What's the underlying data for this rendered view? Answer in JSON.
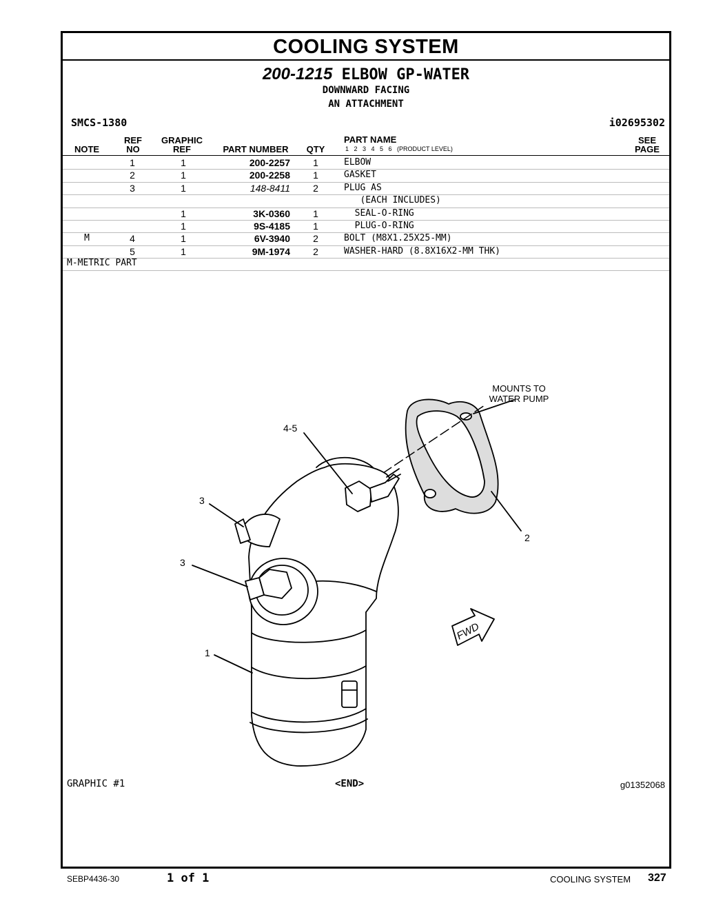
{
  "title": "COOLING SYSTEM",
  "group": {
    "part_number": "200-1215",
    "name": "ELBOW GP-WATER",
    "line2": "DOWNWARD FACING",
    "line3": "AN ATTACHMENT"
  },
  "smcs": "SMCS-1380",
  "info_id": "i02695302",
  "columns": {
    "note": "NOTE",
    "ref1": "REF",
    "ref2": "NO",
    "graphic1": "GRAPHIC",
    "graphic2": "REF",
    "part_number": "PART NUMBER",
    "qty": "QTY",
    "part_name": "PART NAME",
    "levels": "1   2   3   4   5   6   (PRODUCT LEVEL)",
    "see1": "SEE",
    "see2": "PAGE"
  },
  "rows": [
    {
      "note": "",
      "ref": "1",
      "graphic": "1",
      "part_number": "200-2257",
      "qty": "1",
      "name": "ELBOW"
    },
    {
      "note": "",
      "ref": "2",
      "graphic": "1",
      "part_number": "200-2258",
      "qty": "1",
      "name": "GASKET"
    },
    {
      "note": "",
      "ref": "3",
      "graphic": "1",
      "part_number": "148-8411",
      "qty": "2",
      "name": "PLUG AS"
    },
    {
      "note": "",
      "ref": "",
      "graphic": "",
      "part_number": "",
      "qty": "",
      "name": "   (EACH INCLUDES)"
    },
    {
      "note": "",
      "ref": "",
      "graphic": "1",
      "part_number": "3K-0360",
      "qty": "1",
      "name": "  SEAL-O-RING"
    },
    {
      "note": "",
      "ref": "",
      "graphic": "1",
      "part_number": "9S-4185",
      "qty": "1",
      "name": "  PLUG-O-RING"
    },
    {
      "note": "M",
      "ref": "4",
      "graphic": "1",
      "part_number": "6V-3940",
      "qty": "2",
      "name": "BOLT (M8X1.25X25-MM)"
    },
    {
      "note": "",
      "ref": "5",
      "graphic": "1",
      "part_number": "9M-1974",
      "qty": "2",
      "name": "WASHER-HARD (8.8X16X2-MM THK)"
    }
  ],
  "footnote": "M-METRIC PART",
  "illustration": {
    "callouts": [
      "4-5",
      "3",
      "3",
      "1",
      "2"
    ],
    "mounts_line1": "MOUNTS TO",
    "mounts_line2": "WATER PUMP",
    "fwd": "FWD"
  },
  "graphic_label": "GRAPHIC #1",
  "end_label": "<END>",
  "graphic_id": "g01352068",
  "footer": {
    "doc": "SEBP4436-30",
    "page_of": "1 of 1",
    "section": "COOLING SYSTEM",
    "page": "327"
  }
}
